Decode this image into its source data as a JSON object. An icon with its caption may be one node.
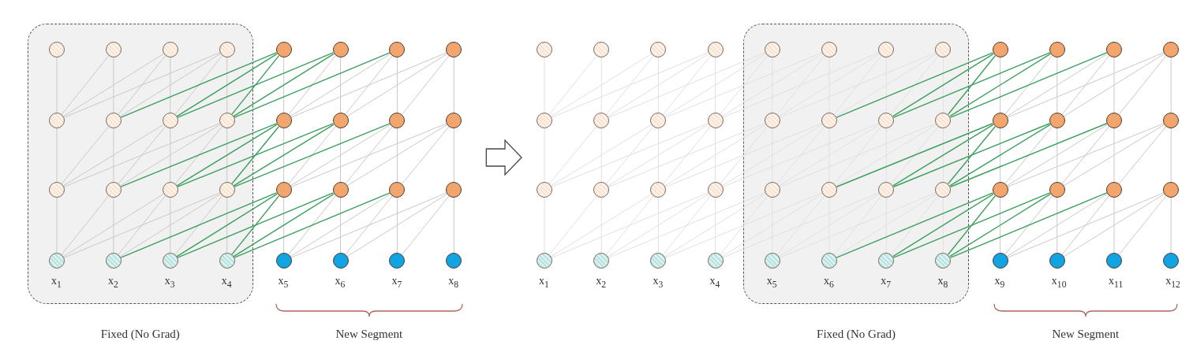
{
  "diagram": {
    "nodes": [
      {
        "text": [
          "Fixed (No Grad)"
        ]
      },
      {
        "text": [],
        "shape": "circle",
        "in": 0
      },
      {
        "text": [],
        "shape": "circle",
        "in": 0
      },
      {
        "text": [],
        "shape": "circle",
        "in": 0
      },
      {
        "text": [],
        "shape": "circle",
        "in": 0
      },
      {
        "text": [],
        "shape": "circle"
      },
      {
        "text": [],
        "shape": "circle"
      },
      {
        "text": [],
        "shape": "circle"
      },
      {
        "text": [],
        "shape": "circle"
      },
      {
        "text": [],
        "shape": "circle",
        "in": 0
      },
      {
        "text": [],
        "shape": "circle",
        "in": 0
      },
      {
        "text": [],
        "shape": "circle",
        "in": 0
      },
      {
        "text": [],
        "shape": "circle",
        "in": 0
      },
      {
        "text": [],
        "shape": "circle"
      },
      {
        "text": [],
        "shape": "circle"
      },
      {
        "text": [],
        "shape": "circle"
      },
      {
        "text": [],
        "shape": "circle"
      },
      {
        "text": [],
        "shape": "circle",
        "in": 0
      },
      {
        "text": [],
        "shape": "circle",
        "in": 0
      },
      {
        "text": [],
        "shape": "circle",
        "in": 0
      },
      {
        "text": [],
        "shape": "circle",
        "in": 0
      },
      {
        "text": [],
        "shape": "circle"
      },
      {
        "text": [],
        "shape": "circle"
      },
      {
        "text": [],
        "shape": "circle"
      },
      {
        "text": [],
        "shape": "circle"
      },
      {
        "text": [],
        "shape": "circle",
        "in": 0,
        "beside": [
          "x$_{1}$"
        ]
      },
      {
        "text": [],
        "shape": "circle",
        "in": 0,
        "beside": [
          "x$_{2}$"
        ]
      },
      {
        "text": [],
        "shape": "circle",
        "in": 0,
        "beside": [
          "x$_{3}$"
        ]
      },
      {
        "text": [],
        "shape": "circle",
        "in": 0,
        "beside": [
          "x$_{4}$"
        ]
      },
      {
        "text": [],
        "shape": "circle",
        "beside": [
          "x$_{5}$"
        ]
      },
      {
        "text": [],
        "shape": "circle",
        "beside": [
          "x$_{6}$"
        ]
      },
      {
        "text": [],
        "shape": "circle",
        "beside": [
          "x$_{7}$"
        ]
      },
      {
        "text": [],
        "shape": "circle",
        "beside": [
          "x$_{8}$"
        ]
      },
      {
        "text": [
          "Fixed (No Grad)"
        ]
      },
      {
        "text": [],
        "shape": "circle"
      },
      {
        "text": [],
        "shape": "circle"
      },
      {
        "text": [],
        "shape": "circle"
      },
      {
        "text": [],
        "shape": "circle"
      },
      {
        "text": [],
        "shape": "circle",
        "in": 33
      },
      {
        "text": [],
        "shape": "circle",
        "in": 33
      },
      {
        "text": [],
        "shape": "circle",
        "in": 33
      },
      {
        "text": [],
        "shape": "circle",
        "in": 33
      },
      {
        "text": [],
        "shape": "circle"
      },
      {
        "text": [],
        "shape": "circle"
      },
      {
        "text": [],
        "shape": "circle"
      },
      {
        "text": [],
        "shape": "circle"
      },
      {
        "text": [],
        "shape": "circle"
      },
      {
        "text": [],
        "shape": "circle"
      },
      {
        "text": [],
        "shape": "circle"
      },
      {
        "text": [],
        "shape": "circle"
      },
      {
        "text": [],
        "shape": "circle",
        "in": 33
      },
      {
        "text": [],
        "shape": "circle",
        "in": 33
      },
      {
        "text": [],
        "shape": "circle",
        "in": 33
      },
      {
        "text": [],
        "shape": "circle",
        "in": 33
      },
      {
        "text": [],
        "shape": "circle"
      },
      {
        "text": [],
        "shape": "circle"
      },
      {
        "text": [],
        "shape": "circle"
      },
      {
        "text": [],
        "shape": "circle"
      },
      {
        "text": [],
        "shape": "circle"
      },
      {
        "text": [],
        "shape": "circle"
      },
      {
        "text": [],
        "shape": "circle"
      },
      {
        "text": [],
        "shape": "circle"
      },
      {
        "text": [],
        "shape": "circle",
        "in": 33
      },
      {
        "text": [],
        "shape": "circle",
        "in": 33
      },
      {
        "text": [],
        "shape": "circle",
        "in": 33
      },
      {
        "text": [],
        "shape": "circle",
        "in": 33
      },
      {
        "text": [],
        "shape": "circle"
      },
      {
        "text": [],
        "shape": "circle"
      },
      {
        "text": [],
        "shape": "circle"
      },
      {
        "text": [],
        "shape": "circle"
      },
      {
        "text": [],
        "shape": "circle",
        "beside": [
          "x$_{1}$"
        ]
      },
      {
        "text": [],
        "shape": "circle",
        "beside": [
          "x$_{2}$"
        ]
      },
      {
        "text": [],
        "shape": "circle",
        "beside": [
          "x$_{3}$"
        ]
      },
      {
        "text": [],
        "shape": "circle",
        "beside": [
          "x$_{4}$"
        ]
      },
      {
        "text": [],
        "shape": "circle",
        "in": 33,
        "beside": [
          "x$_{5}$"
        ]
      },
      {
        "text": [],
        "shape": "circle",
        "in": 33,
        "beside": [
          "x$_{6}$"
        ]
      },
      {
        "text": [],
        "shape": "circle",
        "in": 33,
        "beside": [
          "x$_{7}$"
        ]
      },
      {
        "text": [],
        "shape": "circle",
        "in": 33,
        "beside": [
          "x$_{8}$"
        ]
      },
      {
        "text": [],
        "shape": "circle",
        "beside": [
          "x$_{9}$"
        ]
      },
      {
        "text": [],
        "shape": "circle",
        "beside": [
          "x$_{10}$"
        ]
      },
      {
        "text": [],
        "shape": "circle",
        "beside": [
          "x$_{11}$"
        ]
      },
      {
        "text": [],
        "shape": "circle",
        "beside": [
          "x$_{12}$"
        ]
      }
    ],
    "edges": [
      {
        "from": 9,
        "to": 1,
        "arrow": "none"
      },
      {
        "from": 9,
        "to": 2,
        "arrow": "none"
      },
      {
        "from": 10,
        "to": 2,
        "arrow": "none"
      },
      {
        "from": 9,
        "to": 3,
        "arrow": "none"
      },
      {
        "from": 10,
        "to": 3,
        "arrow": "none"
      },
      {
        "from": 11,
        "to": 3,
        "arrow": "none"
      },
      {
        "from": 9,
        "to": 4,
        "arrow": "none"
      },
      {
        "from": 10,
        "to": 4,
        "arrow": "none"
      },
      {
        "from": 11,
        "to": 4,
        "arrow": "none"
      },
      {
        "from": 12,
        "to": 4,
        "arrow": "none"
      },
      {
        "from": 10,
        "to": 5,
        "arrow": "none",
        "color": "#3c9f5e"
      },
      {
        "from": 11,
        "to": 5,
        "arrow": "none",
        "color": "#3c9f5e"
      },
      {
        "from": 12,
        "to": 5,
        "arrow": "none",
        "color": "#3c9f5e"
      },
      {
        "from": 13,
        "to": 5,
        "arrow": "none"
      },
      {
        "from": 11,
        "to": 6,
        "arrow": "none",
        "color": "#3c9f5e"
      },
      {
        "from": 12,
        "to": 6,
        "arrow": "none",
        "color": "#3c9f5e"
      },
      {
        "from": 13,
        "to": 6,
        "arrow": "none"
      },
      {
        "from": 14,
        "to": 6,
        "arrow": "none"
      },
      {
        "from": 12,
        "to": 7,
        "arrow": "none",
        "color": "#3c9f5e"
      },
      {
        "from": 13,
        "to": 7,
        "arrow": "none"
      },
      {
        "from": 14,
        "to": 7,
        "arrow": "none"
      },
      {
        "from": 15,
        "to": 7,
        "arrow": "none"
      },
      {
        "from": 13,
        "to": 8,
        "arrow": "none"
      },
      {
        "from": 14,
        "to": 8,
        "arrow": "none"
      },
      {
        "from": 15,
        "to": 8,
        "arrow": "none"
      },
      {
        "from": 16,
        "to": 8,
        "arrow": "none"
      },
      {
        "from": 17,
        "to": 9,
        "arrow": "none"
      },
      {
        "from": 17,
        "to": 10,
        "arrow": "none"
      },
      {
        "from": 18,
        "to": 10,
        "arrow": "none"
      },
      {
        "from": 17,
        "to": 11,
        "arrow": "none"
      },
      {
        "from": 18,
        "to": 11,
        "arrow": "none"
      },
      {
        "from": 19,
        "to": 11,
        "arrow": "none"
      },
      {
        "from": 17,
        "to": 12,
        "arrow": "none"
      },
      {
        "from": 18,
        "to": 12,
        "arrow": "none"
      },
      {
        "from": 19,
        "to": 12,
        "arrow": "none"
      },
      {
        "from": 20,
        "to": 12,
        "arrow": "none"
      },
      {
        "from": 18,
        "to": 13,
        "arrow": "none",
        "color": "#3c9f5e"
      },
      {
        "from": 19,
        "to": 13,
        "arrow": "none",
        "color": "#3c9f5e"
      },
      {
        "from": 20,
        "to": 13,
        "arrow": "none",
        "color": "#3c9f5e"
      },
      {
        "from": 21,
        "to": 13,
        "arrow": "none"
      },
      {
        "from": 19,
        "to": 14,
        "arrow": "none",
        "color": "#3c9f5e"
      },
      {
        "from": 20,
        "to": 14,
        "arrow": "none",
        "color": "#3c9f5e"
      },
      {
        "from": 21,
        "to": 14,
        "arrow": "none"
      },
      {
        "from": 22,
        "to": 14,
        "arrow": "none"
      },
      {
        "from": 20,
        "to": 15,
        "arrow": "none",
        "color": "#3c9f5e"
      },
      {
        "from": 21,
        "to": 15,
        "arrow": "none"
      },
      {
        "from": 22,
        "to": 15,
        "arrow": "none"
      },
      {
        "from": 23,
        "to": 15,
        "arrow": "none"
      },
      {
        "from": 21,
        "to": 16,
        "arrow": "none"
      },
      {
        "from": 22,
        "to": 16,
        "arrow": "none"
      },
      {
        "from": 23,
        "to": 16,
        "arrow": "none"
      },
      {
        "from": 24,
        "to": 16,
        "arrow": "none"
      },
      {
        "from": 25,
        "to": 17,
        "arrow": "none"
      },
      {
        "from": 25,
        "to": 18,
        "arrow": "none"
      },
      {
        "from": 26,
        "to": 18,
        "arrow": "none"
      },
      {
        "from": 25,
        "to": 19,
        "arrow": "none"
      },
      {
        "from": 26,
        "to": 19,
        "arrow": "none"
      },
      {
        "from": 27,
        "to": 19,
        "arrow": "none"
      },
      {
        "from": 25,
        "to": 20,
        "arrow": "none"
      },
      {
        "from": 26,
        "to": 20,
        "arrow": "none"
      },
      {
        "from": 27,
        "to": 20,
        "arrow": "none"
      },
      {
        "from": 28,
        "to": 20,
        "arrow": "none"
      },
      {
        "from": 26,
        "to": 21,
        "arrow": "none",
        "color": "#3c9f5e"
      },
      {
        "from": 27,
        "to": 21,
        "arrow": "none",
        "color": "#3c9f5e"
      },
      {
        "from": 28,
        "to": 21,
        "arrow": "none",
        "color": "#3c9f5e"
      },
      {
        "from": 29,
        "to": 21,
        "arrow": "none"
      },
      {
        "from": 27,
        "to": 22,
        "arrow": "none",
        "color": "#3c9f5e"
      },
      {
        "from": 28,
        "to": 22,
        "arrow": "none",
        "color": "#3c9f5e"
      },
      {
        "from": 29,
        "to": 22,
        "arrow": "none"
      },
      {
        "from": 30,
        "to": 22,
        "arrow": "none"
      },
      {
        "from": 28,
        "to": 23,
        "arrow": "none",
        "color": "#3c9f5e"
      },
      {
        "from": 29,
        "to": 23,
        "arrow": "none"
      },
      {
        "from": 30,
        "to": 23,
        "arrow": "none"
      },
      {
        "from": 31,
        "to": 23,
        "arrow": "none"
      },
      {
        "from": 29,
        "to": 24,
        "arrow": "none"
      },
      {
        "from": 30,
        "to": 24,
        "arrow": "none"
      },
      {
        "from": 31,
        "to": 24,
        "arrow": "none"
      },
      {
        "from": 32,
        "to": 24,
        "arrow": "none"
      },
      {
        "from": 46,
        "to": 34,
        "arrow": "none",
        "color": "#e0e0e0"
      },
      {
        "from": 46,
        "to": 35,
        "arrow": "none",
        "color": "#e0e0e0"
      },
      {
        "from": 47,
        "to": 35,
        "arrow": "none",
        "color": "#e0e0e0"
      },
      {
        "from": 46,
        "to": 36,
        "arrow": "none",
        "color": "#e0e0e0"
      },
      {
        "from": 47,
        "to": 36,
        "arrow": "none",
        "color": "#e0e0e0"
      },
      {
        "from": 48,
        "to": 36,
        "arrow": "none",
        "color": "#e0e0e0"
      },
      {
        "from": 46,
        "to": 37,
        "arrow": "none",
        "color": "#e0e0e0"
      },
      {
        "from": 47,
        "to": 37,
        "arrow": "none",
        "color": "#e0e0e0"
      },
      {
        "from": 48,
        "to": 37,
        "arrow": "none",
        "color": "#e0e0e0"
      },
      {
        "from": 49,
        "to": 37,
        "arrow": "none",
        "color": "#e0e0e0"
      },
      {
        "from": 47,
        "to": 38,
        "arrow": "none",
        "color": "#e0e0e0"
      },
      {
        "from": 48,
        "to": 38,
        "arrow": "none",
        "color": "#e0e0e0"
      },
      {
        "from": 49,
        "to": 38,
        "arrow": "none",
        "color": "#e0e0e0"
      },
      {
        "from": 50,
        "to": 38,
        "arrow": "none",
        "color": "#e0e0e0"
      },
      {
        "from": 48,
        "to": 39,
        "arrow": "none",
        "color": "#e0e0e0"
      },
      {
        "from": 49,
        "to": 39,
        "arrow": "none",
        "color": "#e0e0e0"
      },
      {
        "from": 50,
        "to": 39,
        "arrow": "none",
        "color": "#e0e0e0"
      },
      {
        "from": 51,
        "to": 39,
        "arrow": "none",
        "color": "#e0e0e0"
      },
      {
        "from": 49,
        "to": 40,
        "arrow": "none",
        "color": "#e0e0e0"
      },
      {
        "from": 50,
        "to": 40,
        "arrow": "none",
        "color": "#e0e0e0"
      },
      {
        "from": 51,
        "to": 40,
        "arrow": "none",
        "color": "#e0e0e0"
      },
      {
        "from": 52,
        "to": 40,
        "arrow": "none",
        "color": "#e0e0e0"
      },
      {
        "from": 50,
        "to": 41,
        "arrow": "none",
        "color": "#e0e0e0"
      },
      {
        "from": 51,
        "to": 41,
        "arrow": "none",
        "color": "#e0e0e0"
      },
      {
        "from": 52,
        "to": 41,
        "arrow": "none",
        "color": "#e0e0e0"
      },
      {
        "from": 53,
        "to": 41,
        "arrow": "none",
        "color": "#e0e0e0"
      },
      {
        "from": 51,
        "to": 42,
        "arrow": "none",
        "color": "#3c9f5e"
      },
      {
        "from": 52,
        "to": 42,
        "arrow": "none",
        "color": "#3c9f5e"
      },
      {
        "from": 53,
        "to": 42,
        "arrow": "none",
        "color": "#3c9f5e"
      },
      {
        "from": 54,
        "to": 42,
        "arrow": "none"
      },
      {
        "from": 52,
        "to": 43,
        "arrow": "none",
        "color": "#3c9f5e"
      },
      {
        "from": 53,
        "to": 43,
        "arrow": "none",
        "color": "#3c9f5e"
      },
      {
        "from": 54,
        "to": 43,
        "arrow": "none"
      },
      {
        "from": 55,
        "to": 43,
        "arrow": "none"
      },
      {
        "from": 53,
        "to": 44,
        "arrow": "none",
        "color": "#3c9f5e"
      },
      {
        "from": 54,
        "to": 44,
        "arrow": "none"
      },
      {
        "from": 55,
        "to": 44,
        "arrow": "none"
      },
      {
        "from": 56,
        "to": 44,
        "arrow": "none"
      },
      {
        "from": 54,
        "to": 45,
        "arrow": "none"
      },
      {
        "from": 55,
        "to": 45,
        "arrow": "none"
      },
      {
        "from": 56,
        "to": 45,
        "arrow": "none"
      },
      {
        "from": 57,
        "to": 45,
        "arrow": "none"
      },
      {
        "from": 58,
        "to": 46,
        "arrow": "none",
        "color": "#e0e0e0"
      },
      {
        "from": 58,
        "to": 47,
        "arrow": "none",
        "color": "#e0e0e0"
      },
      {
        "from": 59,
        "to": 47,
        "arrow": "none",
        "color": "#e0e0e0"
      },
      {
        "from": 58,
        "to": 48,
        "arrow": "none",
        "color": "#e0e0e0"
      },
      {
        "from": 59,
        "to": 48,
        "arrow": "none",
        "color": "#e0e0e0"
      },
      {
        "from": 60,
        "to": 48,
        "arrow": "none",
        "color": "#e0e0e0"
      },
      {
        "from": 58,
        "to": 49,
        "arrow": "none",
        "color": "#e0e0e0"
      },
      {
        "from": 59,
        "to": 49,
        "arrow": "none",
        "color": "#e0e0e0"
      },
      {
        "from": 60,
        "to": 49,
        "arrow": "none",
        "color": "#e0e0e0"
      },
      {
        "from": 61,
        "to": 49,
        "arrow": "none",
        "color": "#e0e0e0"
      },
      {
        "from": 59,
        "to": 50,
        "arrow": "none",
        "color": "#e0e0e0"
      },
      {
        "from": 60,
        "to": 50,
        "arrow": "none",
        "color": "#e0e0e0"
      },
      {
        "from": 61,
        "to": 50,
        "arrow": "none",
        "color": "#e0e0e0"
      },
      {
        "from": 62,
        "to": 50,
        "arrow": "none",
        "color": "#e0e0e0"
      },
      {
        "from": 60,
        "to": 51,
        "arrow": "none",
        "color": "#e0e0e0"
      },
      {
        "from": 61,
        "to": 51,
        "arrow": "none",
        "color": "#e0e0e0"
      },
      {
        "from": 62,
        "to": 51,
        "arrow": "none",
        "color": "#e0e0e0"
      },
      {
        "from": 63,
        "to": 51,
        "arrow": "none",
        "color": "#e0e0e0"
      },
      {
        "from": 61,
        "to": 52,
        "arrow": "none",
        "color": "#e0e0e0"
      },
      {
        "from": 62,
        "to": 52,
        "arrow": "none",
        "color": "#e0e0e0"
      },
      {
        "from": 63,
        "to": 52,
        "arrow": "none",
        "color": "#e0e0e0"
      },
      {
        "from": 64,
        "to": 52,
        "arrow": "none",
        "color": "#e0e0e0"
      },
      {
        "from": 62,
        "to": 53,
        "arrow": "none",
        "color": "#e0e0e0"
      },
      {
        "from": 63,
        "to": 53,
        "arrow": "none",
        "color": "#e0e0e0"
      },
      {
        "from": 64,
        "to": 53,
        "arrow": "none",
        "color": "#e0e0e0"
      },
      {
        "from": 65,
        "to": 53,
        "arrow": "none",
        "color": "#e0e0e0"
      },
      {
        "from": 63,
        "to": 54,
        "arrow": "none",
        "color": "#3c9f5e"
      },
      {
        "from": 64,
        "to": 54,
        "arrow": "none",
        "color": "#3c9f5e"
      },
      {
        "from": 65,
        "to": 54,
        "arrow": "none",
        "color": "#3c9f5e"
      },
      {
        "from": 66,
        "to": 54,
        "arrow": "none"
      },
      {
        "from": 64,
        "to": 55,
        "arrow": "none",
        "color": "#3c9f5e"
      },
      {
        "from": 65,
        "to": 55,
        "arrow": "none",
        "color": "#3c9f5e"
      },
      {
        "from": 66,
        "to": 55,
        "arrow": "none"
      },
      {
        "from": 67,
        "to": 55,
        "arrow": "none"
      },
      {
        "from": 65,
        "to": 56,
        "arrow": "none",
        "color": "#3c9f5e"
      },
      {
        "from": 66,
        "to": 56,
        "arrow": "none"
      },
      {
        "from": 67,
        "to": 56,
        "arrow": "none"
      },
      {
        "from": 68,
        "to": 56,
        "arrow": "none"
      },
      {
        "from": 66,
        "to": 57,
        "arrow": "none"
      },
      {
        "from": 67,
        "to": 57,
        "arrow": "none"
      },
      {
        "from": 68,
        "to": 57,
        "arrow": "none"
      },
      {
        "from": 69,
        "to": 57,
        "arrow": "none"
      },
      {
        "from": 70,
        "to": 58,
        "arrow": "none",
        "color": "#e0e0e0"
      },
      {
        "from": 70,
        "to": 59,
        "arrow": "none",
        "color": "#e0e0e0"
      },
      {
        "from": 71,
        "to": 59,
        "arrow": "none",
        "color": "#e0e0e0"
      },
      {
        "from": 70,
        "to": 60,
        "arrow": "none",
        "color": "#e0e0e0"
      },
      {
        "from": 71,
        "to": 60,
        "arrow": "none",
        "color": "#e0e0e0"
      },
      {
        "from": 72,
        "to": 60,
        "arrow": "none",
        "color": "#e0e0e0"
      },
      {
        "from": 70,
        "to": 61,
        "arrow": "none",
        "color": "#e0e0e0"
      },
      {
        "from": 71,
        "to": 61,
        "arrow": "none",
        "color": "#e0e0e0"
      },
      {
        "from": 72,
        "to": 61,
        "arrow": "none",
        "color": "#e0e0e0"
      },
      {
        "from": 73,
        "to": 61,
        "arrow": "none",
        "color": "#e0e0e0"
      },
      {
        "from": 71,
        "to": 62,
        "arrow": "none",
        "color": "#e0e0e0"
      },
      {
        "from": 72,
        "to": 62,
        "arrow": "none",
        "color": "#e0e0e0"
      },
      {
        "from": 73,
        "to": 62,
        "arrow": "none",
        "color": "#e0e0e0"
      },
      {
        "from": 74,
        "to": 62,
        "arrow": "none",
        "color": "#e0e0e0"
      },
      {
        "from": 72,
        "to": 63,
        "arrow": "none",
        "color": "#e0e0e0"
      },
      {
        "from": 73,
        "to": 63,
        "arrow": "none",
        "color": "#e0e0e0"
      },
      {
        "from": 74,
        "to": 63,
        "arrow": "none",
        "color": "#e0e0e0"
      },
      {
        "from": 75,
        "to": 63,
        "arrow": "none",
        "color": "#e0e0e0"
      },
      {
        "from": 73,
        "to": 64,
        "arrow": "none",
        "color": "#e0e0e0"
      },
      {
        "from": 74,
        "to": 64,
        "arrow": "none",
        "color": "#e0e0e0"
      },
      {
        "from": 75,
        "to": 64,
        "arrow": "none",
        "color": "#e0e0e0"
      },
      {
        "from": 76,
        "to": 64,
        "arrow": "none",
        "color": "#e0e0e0"
      },
      {
        "from": 74,
        "to": 65,
        "arrow": "none",
        "color": "#e0e0e0"
      },
      {
        "from": 75,
        "to": 65,
        "arrow": "none",
        "color": "#e0e0e0"
      },
      {
        "from": 76,
        "to": 65,
        "arrow": "none",
        "color": "#e0e0e0"
      },
      {
        "from": 77,
        "to": 65,
        "arrow": "none",
        "color": "#e0e0e0"
      },
      {
        "from": 75,
        "to": 66,
        "arrow": "none",
        "color": "#3c9f5e"
      },
      {
        "from": 76,
        "to": 66,
        "arrow": "none",
        "color": "#3c9f5e"
      },
      {
        "from": 77,
        "to": 66,
        "arrow": "none",
        "color": "#3c9f5e"
      },
      {
        "from": 78,
        "to": 66,
        "arrow": "none"
      },
      {
        "from": 76,
        "to": 67,
        "arrow": "none",
        "color": "#3c9f5e"
      },
      {
        "from": 77,
        "to": 67,
        "arrow": "none",
        "color": "#3c9f5e"
      },
      {
        "from": 78,
        "to": 67,
        "arrow": "none"
      },
      {
        "from": 79,
        "to": 67,
        "arrow": "none"
      },
      {
        "from": 77,
        "to": 68,
        "arrow": "none",
        "color": "#3c9f5e"
      },
      {
        "from": 78,
        "to": 68,
        "arrow": "none"
      },
      {
        "from": 79,
        "to": 68,
        "arrow": "none"
      },
      {
        "from": 80,
        "to": 68,
        "arrow": "none"
      },
      {
        "from": 78,
        "to": 69,
        "arrow": "none"
      },
      {
        "from": 79,
        "to": 69,
        "arrow": "none"
      },
      {
        "from": 80,
        "to": 69,
        "arrow": "none"
      },
      {
        "from": 81,
        "to": 69,
        "arrow": "none"
      },
      {
        "from": 24,
        "to": 58,
        "arrow": "to"
      }
    ],
    "labels": [
      "New Segment",
      "New Segment"
    ]
  }
}
